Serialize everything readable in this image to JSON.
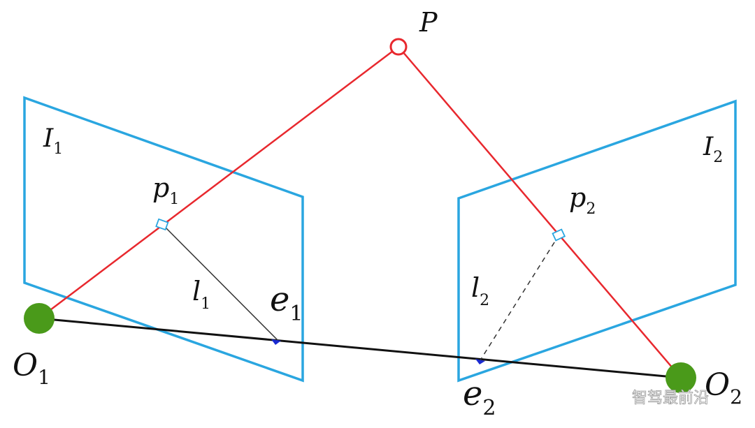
{
  "diagram": {
    "colors": {
      "plane": "#2aa6e0",
      "ray": "#e8282e",
      "baseline": "#111111",
      "camera_center": "#4a9a1a",
      "epipole_marker": "#1a2ad0",
      "epipolar_line": "#333333"
    },
    "labels": {
      "point_main": "P",
      "image1": {
        "base": "I",
        "sub": "1"
      },
      "image2": {
        "base": "I",
        "sub": "2"
      },
      "proj1": {
        "base": "p",
        "sub": "1"
      },
      "proj2": {
        "base": "p",
        "sub": "2"
      },
      "line1": {
        "base": "l",
        "sub": "1"
      },
      "line2": {
        "base": "l",
        "sub": "2"
      },
      "epipole1": {
        "base": "e",
        "sub": "1"
      },
      "epipole2": {
        "base": "e",
        "sub": "2"
      },
      "center1": {
        "base": "O",
        "sub": "1"
      },
      "center2": {
        "base": "O",
        "sub": "2"
      }
    },
    "watermark": {
      "icon": "wechat-icon",
      "text": "智驾最前沿"
    }
  }
}
